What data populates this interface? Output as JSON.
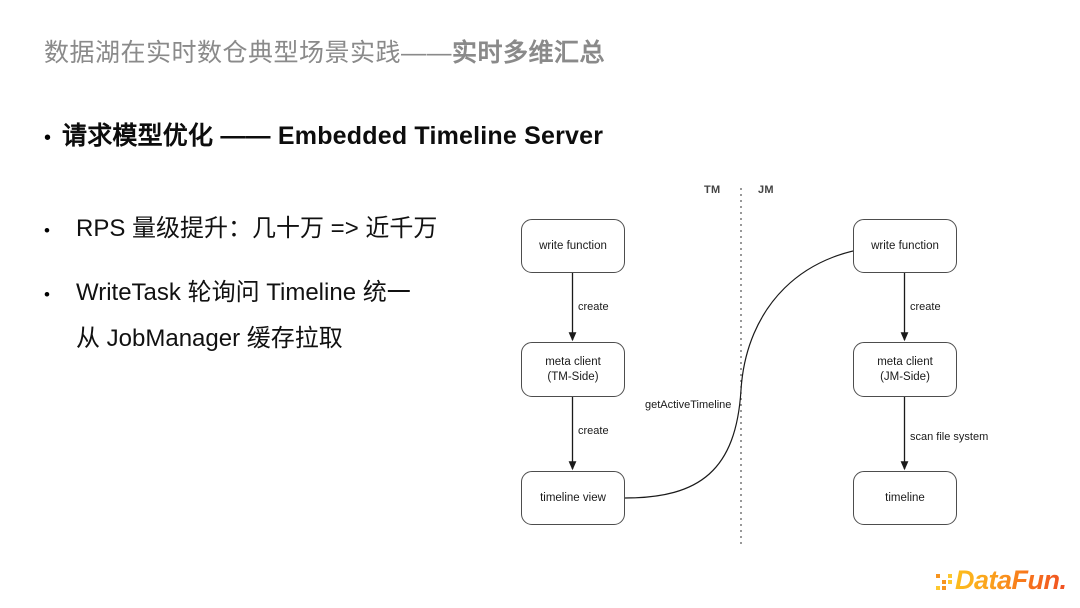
{
  "slide": {
    "title_main": "数据湖在实时数仓典型场景实践——",
    "title_emphasis": "实时多维汇总",
    "bullet_marker": "•",
    "headline": "请求模型优化 —— Embedded Timeline Server",
    "bullets": [
      {
        "line1": "RPS 量级提升：几十万 => 近千万"
      },
      {
        "line1": "WriteTask 轮询问 Timeline 统一",
        "line2": "从 JobManager 缓存拉取"
      }
    ]
  },
  "diagram": {
    "lanes": [
      {
        "id": "tm",
        "label": "TM"
      },
      {
        "id": "jm",
        "label": "JM"
      }
    ],
    "nodes": [
      {
        "id": "tm-write-function",
        "line1": "write function",
        "line2": ""
      },
      {
        "id": "tm-meta-client",
        "line1": "meta client",
        "line2": "(TM-Side)"
      },
      {
        "id": "tm-timeline-view",
        "line1": "timeline view",
        "line2": ""
      },
      {
        "id": "jm-write-function",
        "line1": "write function",
        "line2": ""
      },
      {
        "id": "jm-meta-client",
        "line1": "meta client",
        "line2": "(JM-Side)"
      },
      {
        "id": "jm-timeline",
        "line1": "timeline",
        "line2": ""
      }
    ],
    "edges": [
      {
        "id": "tm-create-1",
        "label": "create"
      },
      {
        "id": "tm-create-2",
        "label": "create"
      },
      {
        "id": "get-active-timeline",
        "label": "getActiveTimeline"
      },
      {
        "id": "jm-create-1",
        "label": "create"
      },
      {
        "id": "jm-scan",
        "label": "scan file system"
      }
    ]
  },
  "logo": {
    "wordmark": "DataFun.",
    "dot_colors": [
      "#f7941e",
      "#ffffff",
      "#fdc82f",
      "#ffffff",
      "#f7941e",
      "#fdc82f",
      "#fdc82f",
      "#f7941e",
      "#ffffff"
    ],
    "gradient_start": "#fcc01e",
    "gradient_end": "#f04e23"
  }
}
